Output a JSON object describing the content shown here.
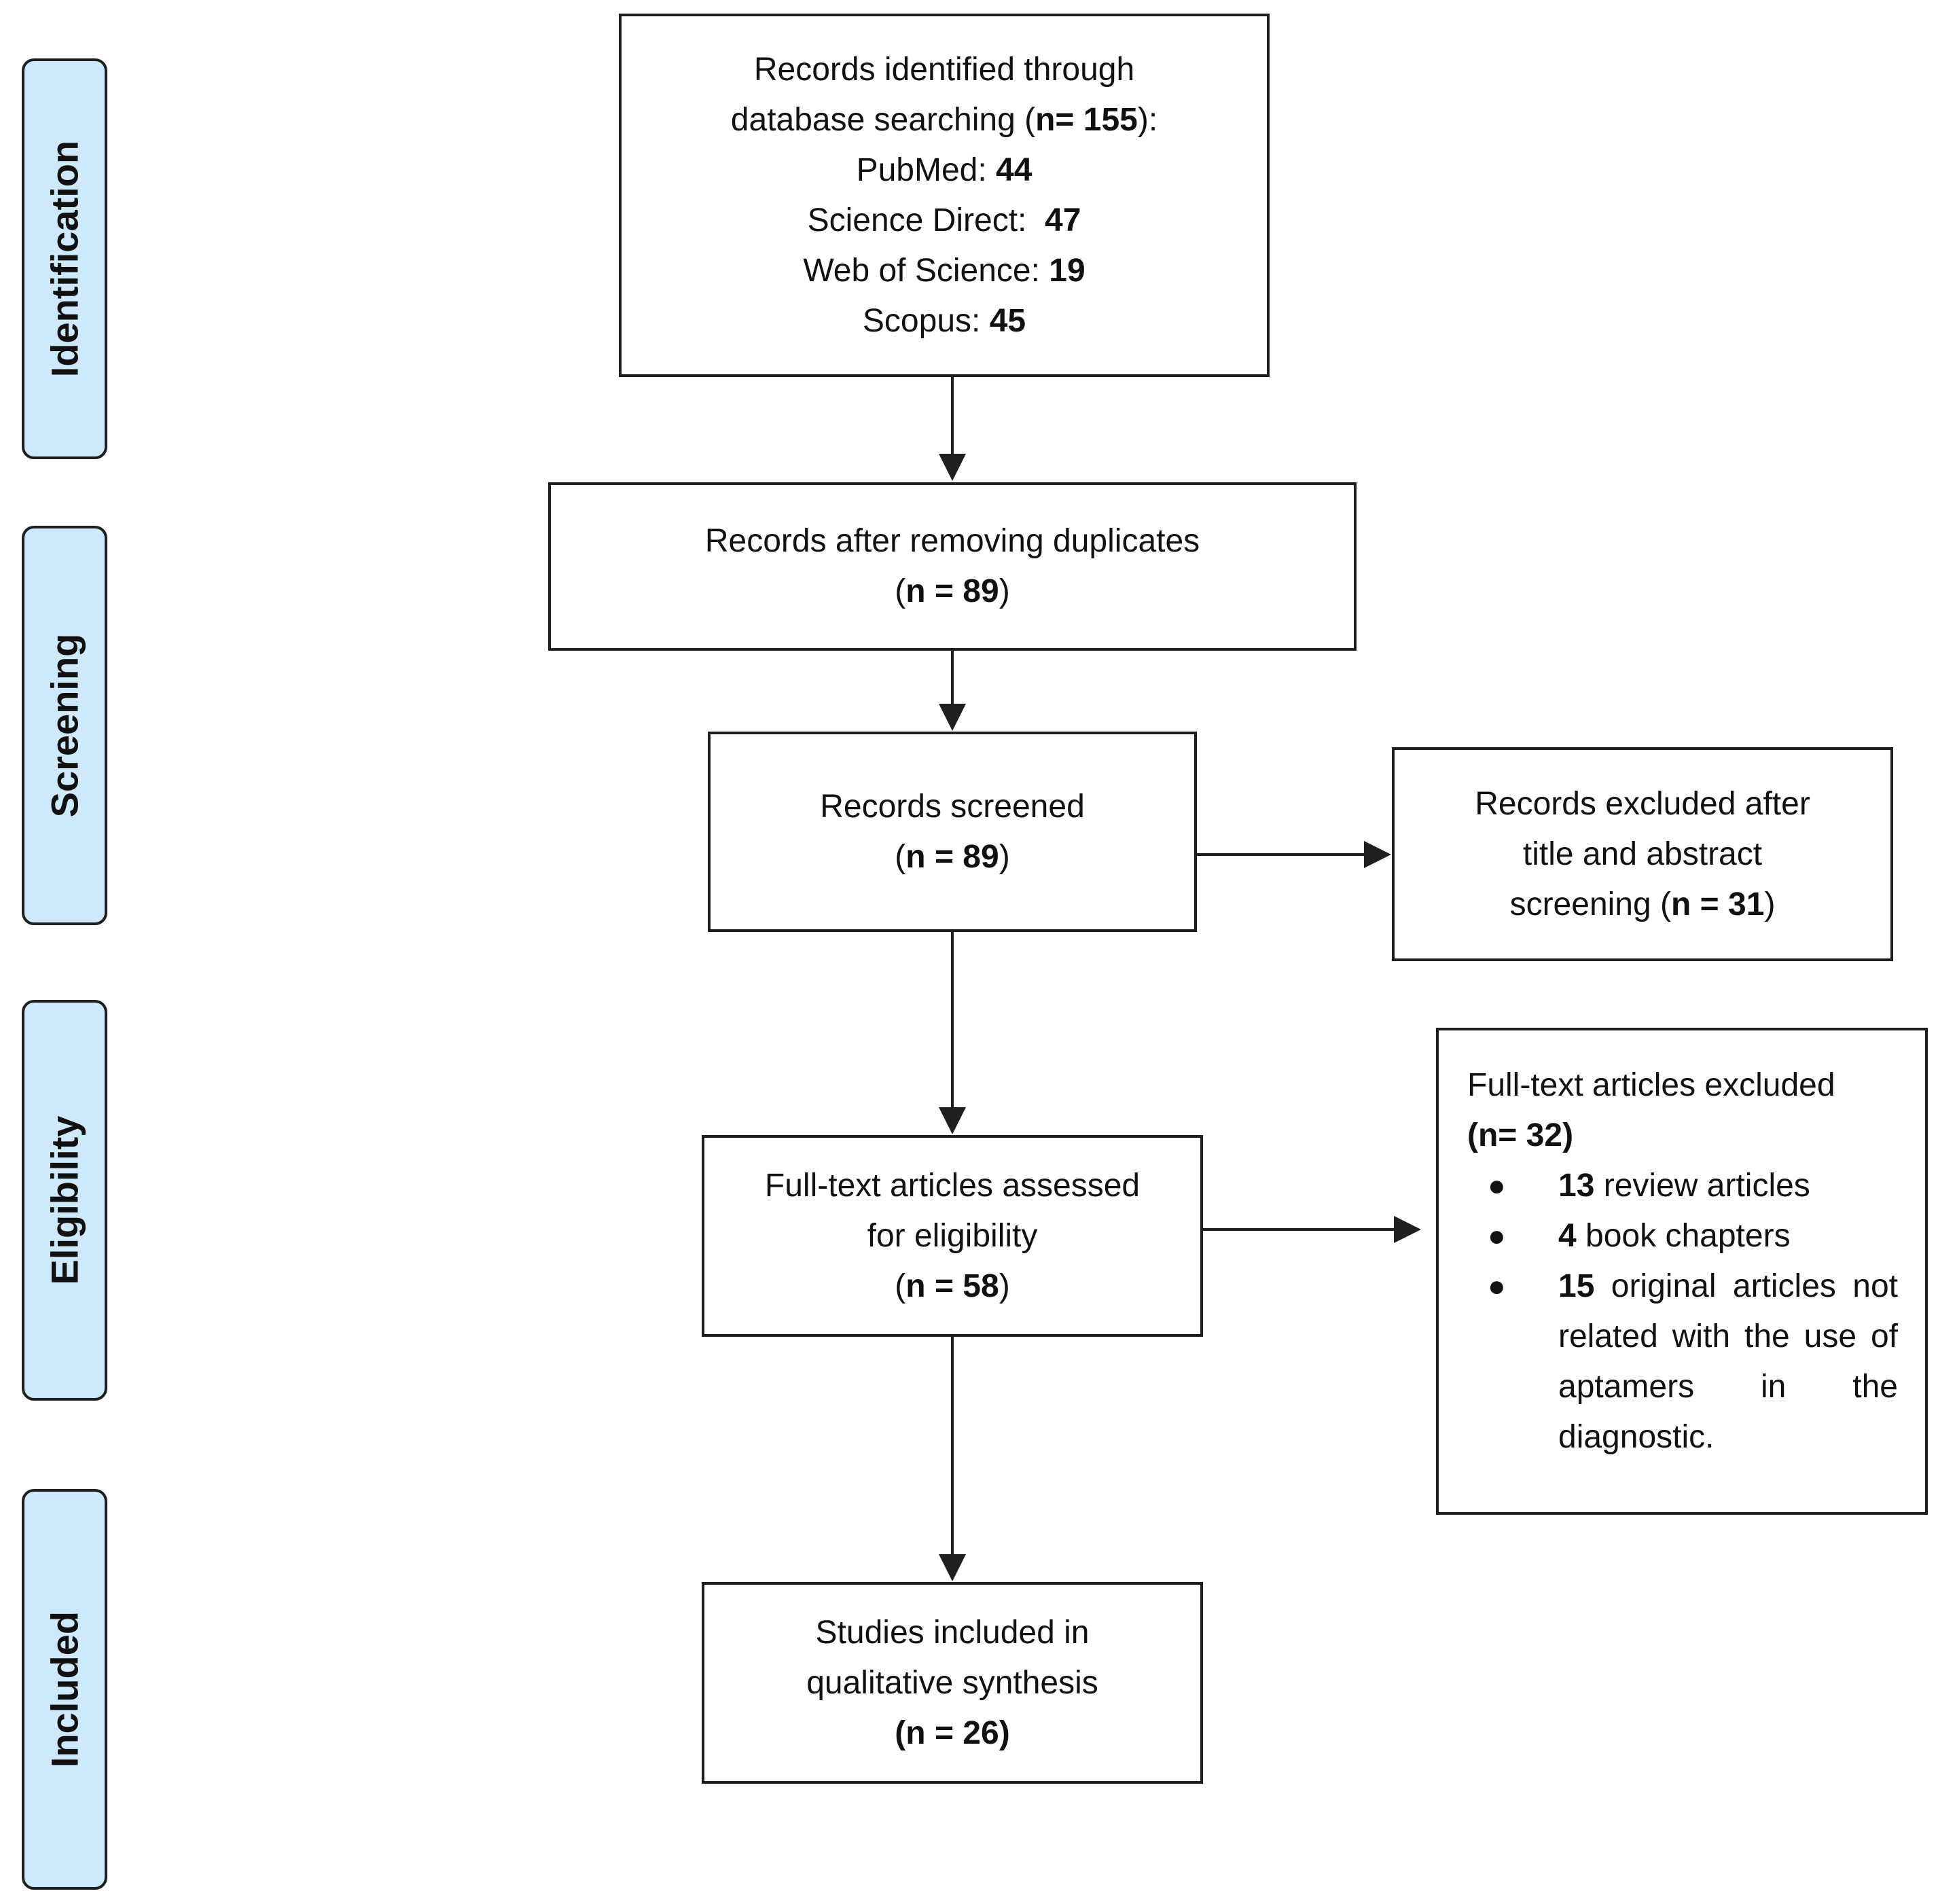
{
  "stages": {
    "identification": "Identification",
    "screening": "Screening",
    "eligibility": "Eligibility",
    "included": "Included"
  },
  "identified": {
    "line1": "Records identified through",
    "line2_text": "database searching (",
    "line2_n": "n= 155",
    "line2_end": "):",
    "sources": [
      {
        "label": "PubMed: ",
        "value": "44"
      },
      {
        "label": "Science Direct:  ",
        "value": "47"
      },
      {
        "label": "Web of Science: ",
        "value": "19"
      },
      {
        "label": "Scopus: ",
        "value": "45"
      }
    ]
  },
  "duplicates": {
    "line1": "Records after removing duplicates",
    "open": "(",
    "n": "n = 89",
    "close": ")"
  },
  "screened": {
    "line1": "Records screened",
    "open": "(",
    "n": "n = 89",
    "close": ")"
  },
  "excluded_screening": {
    "line1": "Records excluded after",
    "line2": "title and abstract",
    "line3_text": "screening (",
    "n": "n = 31",
    "close": ")"
  },
  "assessed": {
    "line1": "Full-text articles assessed",
    "line2": "for eligibility",
    "open": "(",
    "n": "n = 58",
    "close": ")"
  },
  "excluded_fulltext": {
    "title": "Full-text articles excluded",
    "n": "(n= 32)",
    "items": [
      {
        "count": "13",
        "text": " review articles"
      },
      {
        "count": "4",
        "text": " book chapters"
      },
      {
        "count": "15",
        "text": " original articles not related with the use of aptamers in the diagnostic."
      }
    ]
  },
  "included": {
    "line1": "Studies included in",
    "line2": "qualitative synthesis",
    "n": "(n = 26)"
  }
}
